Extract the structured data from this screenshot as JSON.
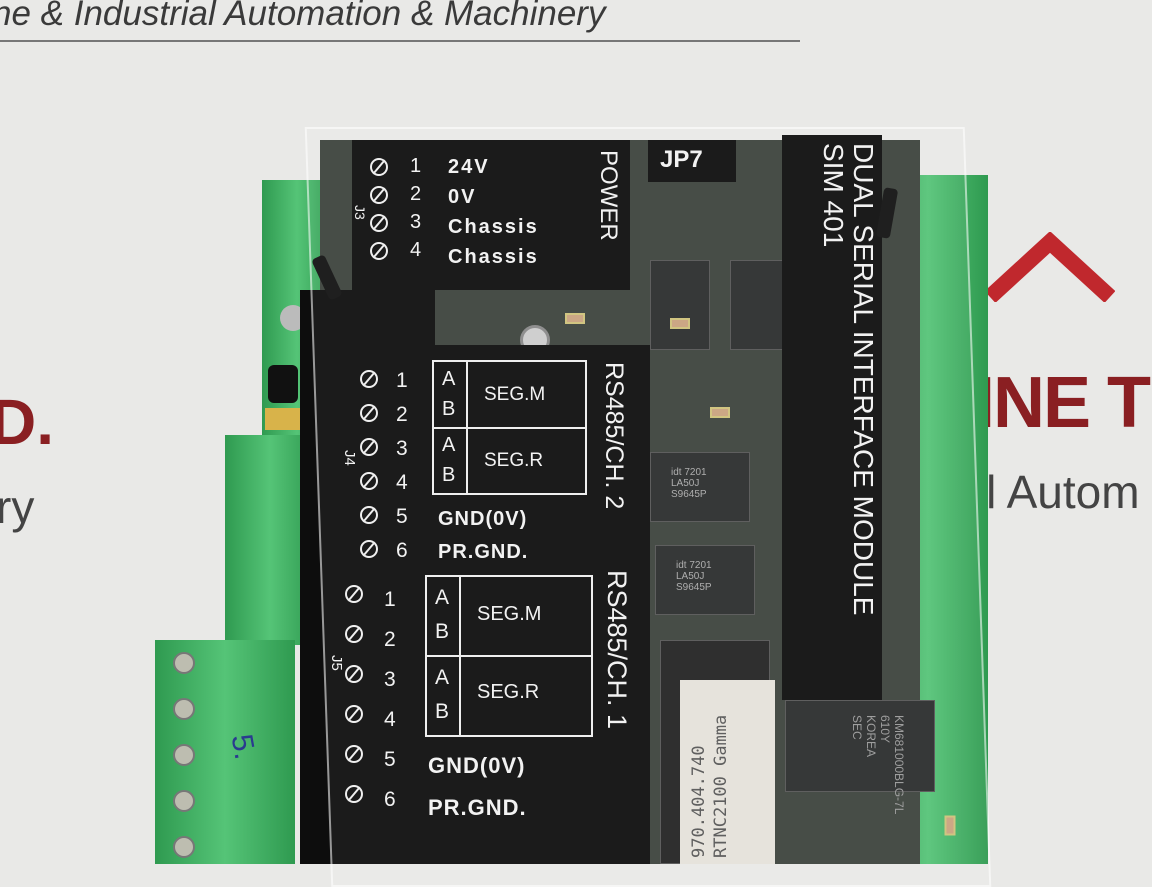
{
  "wall": {
    "top_banner": "ne & Industrial Automation & Machinery",
    "left_red": "D.",
    "left_grey": "ry",
    "right_red": "RINE TE",
    "right_grey": "rial Autom",
    "logo_color": "#c0282d"
  },
  "module": {
    "title": "DUAL SERIAL INTERFACE MODULE",
    "model": "SIM 401",
    "jumper": "JP7",
    "power": {
      "title": "POWER",
      "connector": "J3",
      "pins": [
        "1",
        "2",
        "3",
        "4"
      ],
      "labels": [
        "24V",
        "0V",
        "Chassis",
        "Chassis"
      ]
    },
    "ch2": {
      "title": "RS485/CH. 2",
      "connector": "J4",
      "pins": [
        "1",
        "2",
        "3",
        "4",
        "5",
        "6"
      ],
      "ab": [
        "A",
        "B",
        "A",
        "B"
      ],
      "seg_m": "SEG.M",
      "seg_r": "SEG.R",
      "gnd": "GND(0V)",
      "prgnd": "PR.GND."
    },
    "ch1": {
      "title": "RS485/CH. 1",
      "connector": "J5",
      "pins": [
        "1",
        "2",
        "3",
        "4",
        "5",
        "6"
      ],
      "ab": [
        "A",
        "B",
        "A",
        "B"
      ],
      "seg_m": "SEG.M",
      "seg_r": "SEG.R",
      "gnd": "GND(0V)",
      "prgnd": "PR.GND."
    },
    "sticker": {
      "line1": "970.404.740",
      "line2": "RTNC2100 Gamma"
    },
    "chips": {
      "idt": [
        "idt 7201",
        "LA50J",
        "S9645P"
      ],
      "sram": [
        "KM681000BLG-7L",
        "610Y",
        "KOREA",
        "SEC"
      ]
    },
    "handwriting": "5."
  }
}
